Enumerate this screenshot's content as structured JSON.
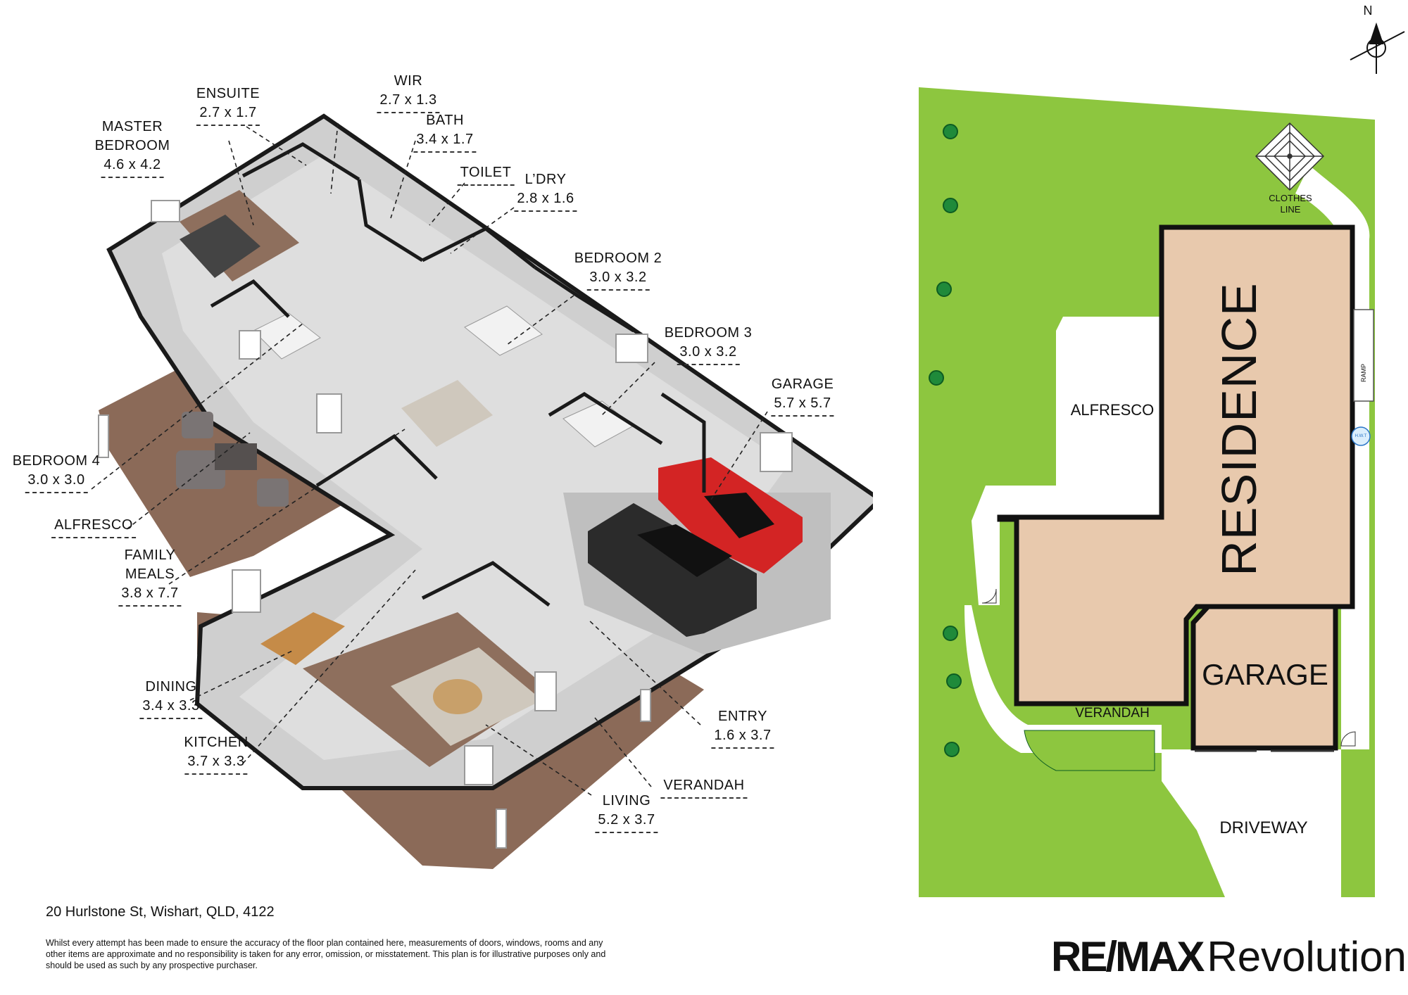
{
  "floor_plan": {
    "rooms": [
      {
        "name": "MASTER\nBEDROOM",
        "dims": "4.6 x 4.2"
      },
      {
        "name": "ENSUITE",
        "dims": "2.7 x 1.7"
      },
      {
        "name": "WIR",
        "dims": "2.7 x 1.3"
      },
      {
        "name": "BATH",
        "dims": "3.4 x 1.7"
      },
      {
        "name": "TOILET",
        "dims": ""
      },
      {
        "name": "L’DRY",
        "dims": "2.8 x 1.6"
      },
      {
        "name": "BEDROOM 2",
        "dims": "3.0 x 3.2"
      },
      {
        "name": "BEDROOM 3",
        "dims": "3.0 x 3.2"
      },
      {
        "name": "GARAGE",
        "dims": "5.7 x 5.7"
      },
      {
        "name": "BEDROOM 4",
        "dims": "3.0 x 3.0"
      },
      {
        "name": "ALFRESCO",
        "dims": ""
      },
      {
        "name": "FAMILY\nMEALS",
        "dims": "3.8 x 7.7"
      },
      {
        "name": "DINING",
        "dims": "3.4 x 3.3"
      },
      {
        "name": "KITCHEN",
        "dims": "3.7 x 3.3"
      },
      {
        "name": "ENTRY",
        "dims": "1.6 x 3.7"
      },
      {
        "name": "VERANDAH",
        "dims": ""
      },
      {
        "name": "LIVING",
        "dims": "5.2 x 3.7"
      }
    ]
  },
  "site_plan": {
    "compass": "N",
    "residence": "RESIDENCE",
    "garage": "GARAGE",
    "alfresco": "ALFRESCO",
    "verandah": "VERANDAH",
    "driveway": "DRIVEWAY",
    "clothes_line": "CLOTHES\nLINE",
    "ramp": "RAMP",
    "hwt": "H.W.T"
  },
  "footer": {
    "address": "20 Hurlstone St, Wishart, QLD, 4122",
    "disclaimer": "Whilst every attempt has been made to ensure the accuracy of the floor plan contained here, measurements of doors, windows, rooms and any other items are approximate and no responsibility is taken for any error, omission, or misstatement. This plan is for illustrative purposes only and should be used as such by any prospective purchaser.",
    "brand_bold": "RE/MAX",
    "brand_light": "Revolution"
  },
  "colors": {
    "lawn": "#8dc63f",
    "residence": "#e8c9ad",
    "deck": "#8b6a58",
    "floor": "#d9d9d9",
    "wall": "#ffffff",
    "car_red": "#d32424",
    "car_black": "#2b2b2b"
  }
}
